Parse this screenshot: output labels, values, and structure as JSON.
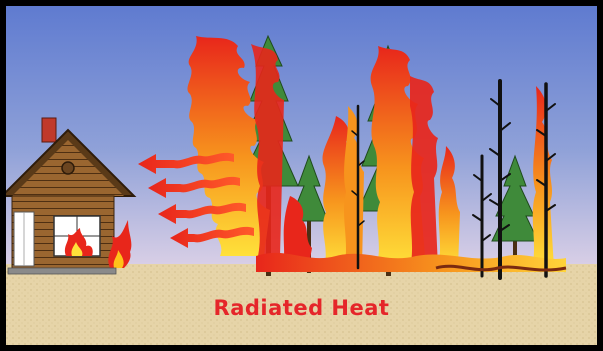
{
  "caption": "Radiated Heat",
  "colors": {
    "sky_top": "#5f7bd0",
    "sky_bottom": "#c9c3e3",
    "ground": "#e6d4a8",
    "flame_red": "#e8261b",
    "flame_orange": "#f7941d",
    "flame_yellow": "#ffe13a",
    "tree_green": "#3f8a3a",
    "trunk_burnt": "#111111",
    "cabin_brown": "#8a5a2b",
    "caption_red": "#e5262a"
  },
  "icons": [
    "cabin",
    "burning-window",
    "heat-arrows",
    "flame-walls",
    "green-trees",
    "burnt-trees",
    "ground"
  ]
}
